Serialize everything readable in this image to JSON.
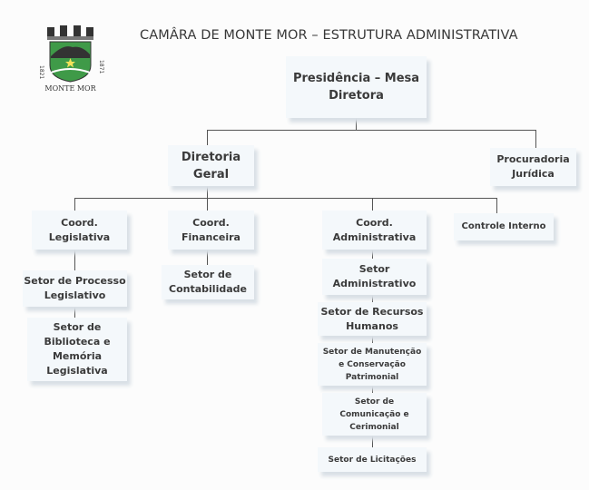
{
  "header": {
    "title": "CAMÂRA DE MONTE MOR – ESTRUTURA ADMINISTRATIVA",
    "logo": {
      "text": "MONTE MOR",
      "year_left": "1821",
      "year_right": "1871"
    }
  },
  "colors": {
    "box_fill": "#f4f8fb",
    "line": "#555555",
    "text": "#3a3a3a",
    "logo_green": "#3f9a48"
  },
  "nodes": {
    "presidencia": [
      "Presidência  – Mesa",
      "Diretora"
    ],
    "diretoria_geral": [
      "Diretoria",
      "Geral"
    ],
    "procuradoria": [
      "Procuradoria",
      "Jurídica"
    ],
    "coord_legislativa": [
      "Coord.",
      "Legislativa"
    ],
    "coord_financeira": [
      "Coord.",
      "Financeira"
    ],
    "coord_administrativa": [
      "Coord.",
      "Administrativa"
    ],
    "controle_interno": [
      "Controle Interno"
    ],
    "setor_processo": [
      "Setor de Processo",
      "Legislativo"
    ],
    "setor_biblioteca": [
      "Setor de",
      "Biblioteca e",
      "Memória",
      "Legislativa"
    ],
    "setor_contabilidade": [
      "Setor de",
      "Contabilidade"
    ],
    "setor_administrativo": [
      "Setor",
      "Administrativo"
    ],
    "setor_rh": [
      "Setor de  Recursos",
      "Humanos"
    ],
    "setor_manutencao": [
      "Setor de Manutenção",
      "e Conservação",
      "Patrimonial"
    ],
    "setor_comunicacao": [
      "Setor de",
      "Comunicação e",
      "Cerimonial"
    ],
    "setor_licitacoes": [
      "Setor de Licitações"
    ]
  }
}
